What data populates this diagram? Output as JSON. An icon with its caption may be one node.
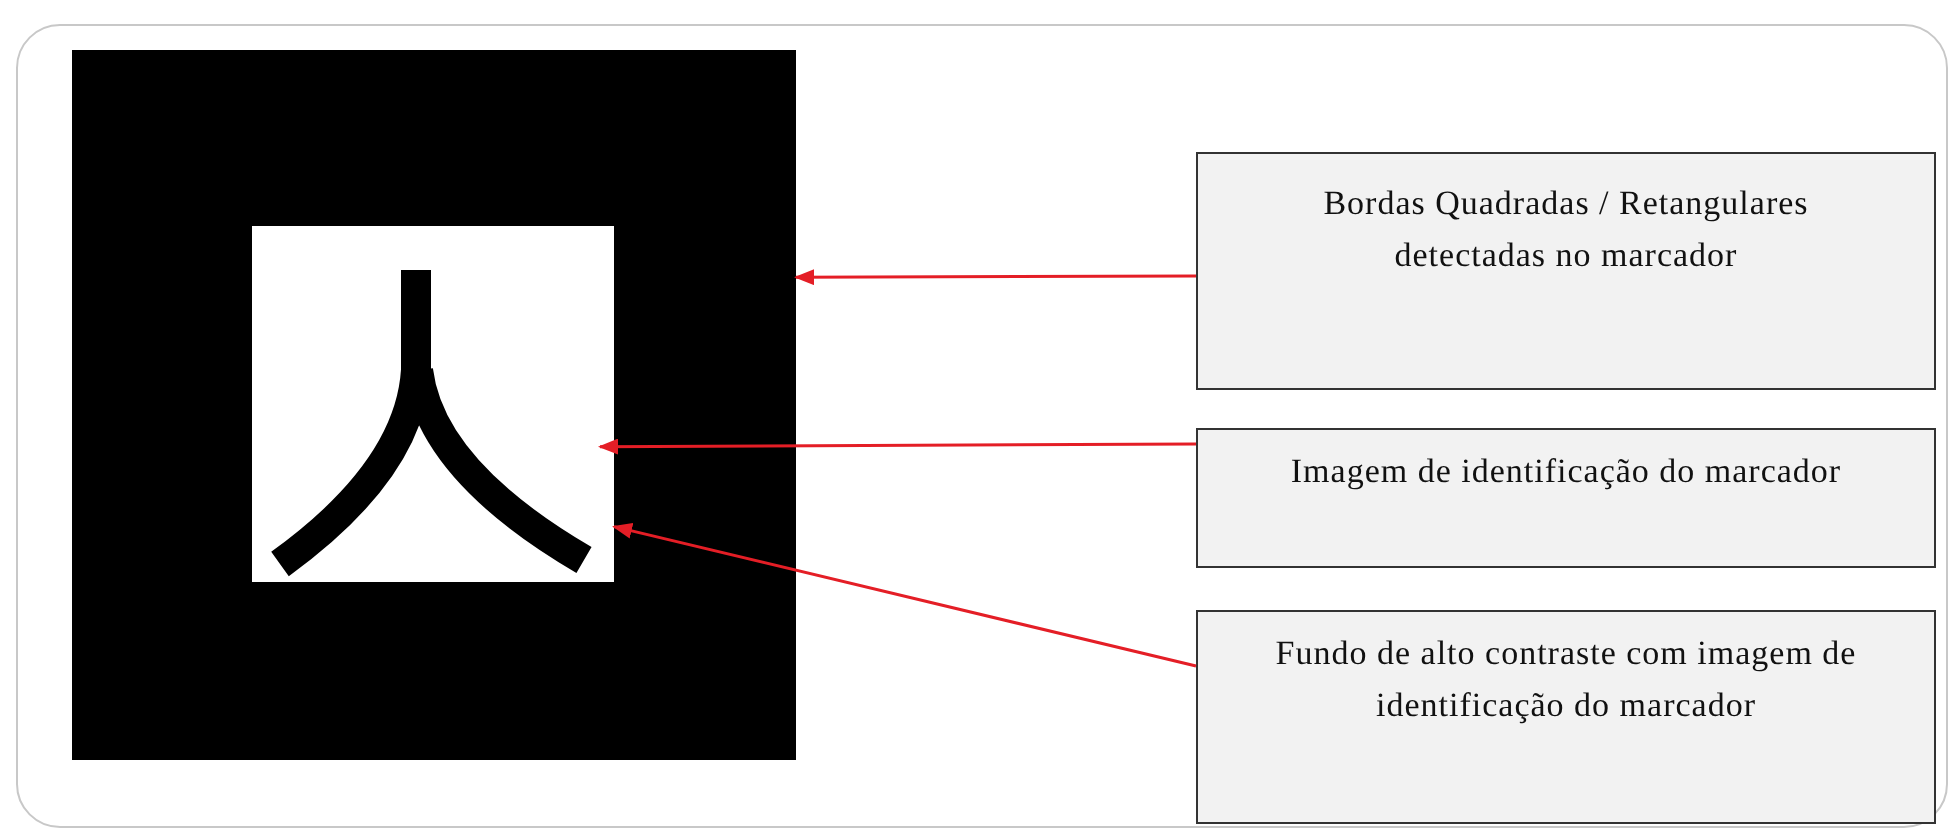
{
  "diagram": {
    "nodes": [
      {
        "text": [],
        "shape": "box"
      },
      {
        "text": [],
        "shape": "box",
        "in": 0
      },
      {
        "text": [],
        "shape": "picture",
        "in": 1
      },
      {
        "text": [
          "Bordas Quadradas / Retangulares detectadas no marcador"
        ]
      },
      {
        "text": [
          "Imagem de identificação do marcador"
        ]
      },
      {
        "text": [
          "Fundo de alto contraste com imagem de identificação do marcador"
        ]
      }
    ],
    "edges": [
      {
        "from": 3,
        "to": 0,
        "arrow": "to"
      },
      {
        "from": 4,
        "to": 2,
        "arrow": "to"
      },
      {
        "from": 5,
        "to": 1,
        "arrow": "to"
      }
    ]
  }
}
